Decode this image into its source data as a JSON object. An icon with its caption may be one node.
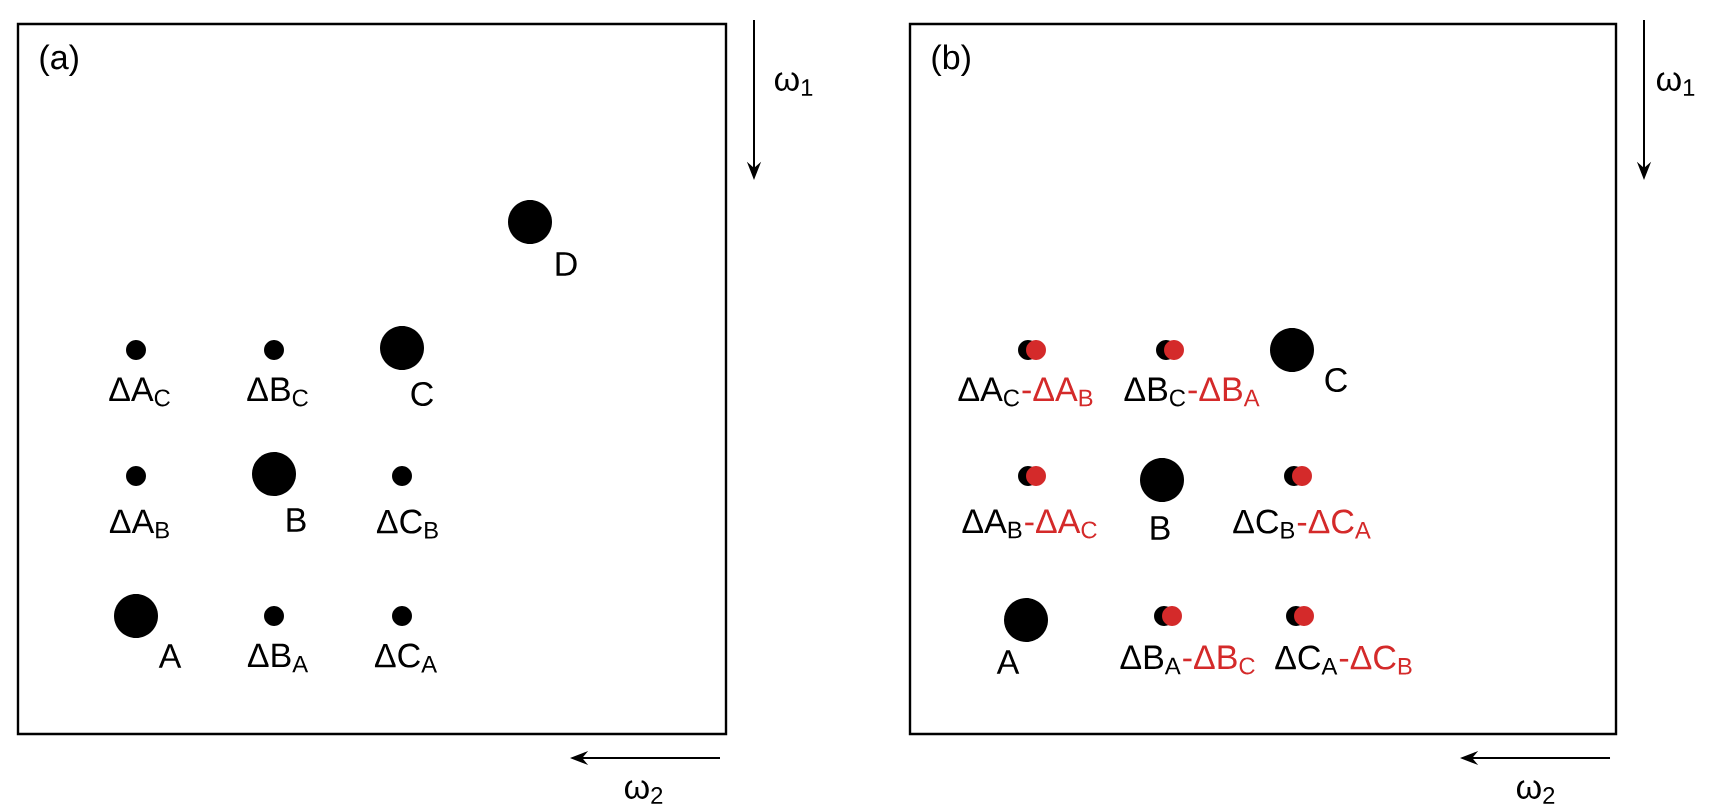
{
  "diagram": {
    "nodes": [
      {
        "text": [
          "(a)"
        ]
      },
      {
        "text": [
          "D"
        ],
        "in": 0
      },
      {
        "text": [
          "ΔA$_{C}$"
        ],
        "in": 0
      },
      {
        "text": [
          "ΔB$_{C}$"
        ],
        "in": 0
      },
      {
        "text": [
          "C"
        ],
        "in": 0
      },
      {
        "text": [
          "ΔA$_{B}$"
        ],
        "in": 0
      },
      {
        "text": [
          "B"
        ],
        "in": 0
      },
      {
        "text": [
          "ΔC$_{B}$"
        ],
        "in": 0
      },
      {
        "text": [
          "A"
        ],
        "in": 0
      },
      {
        "text": [
          "ΔB$_{A}$"
        ],
        "in": 0
      },
      {
        "text": [
          "ΔC$_{A}$"
        ],
        "in": 0
      },
      {
        "text": [
          "(b)"
        ]
      },
      {
        "text": [
          "ΔA$_{C}$",
          "-ΔA$_{B}$"
        ],
        "in": 11
      },
      {
        "text": [
          "ΔB$_{C}$",
          "-ΔB$_{A}$"
        ],
        "in": 11
      },
      {
        "text": [
          "C"
        ],
        "in": 11
      },
      {
        "text": [
          "ΔA$_{B}$",
          "-ΔA$_{C}$"
        ],
        "in": 11
      },
      {
        "text": [
          "B"
        ],
        "in": 11
      },
      {
        "text": [
          "ΔC$_{B}$",
          "-ΔC$_{A}$"
        ],
        "in": 11
      },
      {
        "text": [
          "A"
        ],
        "in": 11
      },
      {
        "text": [
          "ΔB$_{A}$",
          "-ΔB$_{C}$"
        ],
        "in": 11
      },
      {
        "text": [
          "ΔC$_{A}$",
          "-ΔC$_{B}$"
        ],
        "in": 11
      }
    ],
    "labels": [
      "ω$_{1}$",
      "ω$_{2}$",
      "ω$_{1}$",
      "ω$_{2}$"
    ]
  }
}
